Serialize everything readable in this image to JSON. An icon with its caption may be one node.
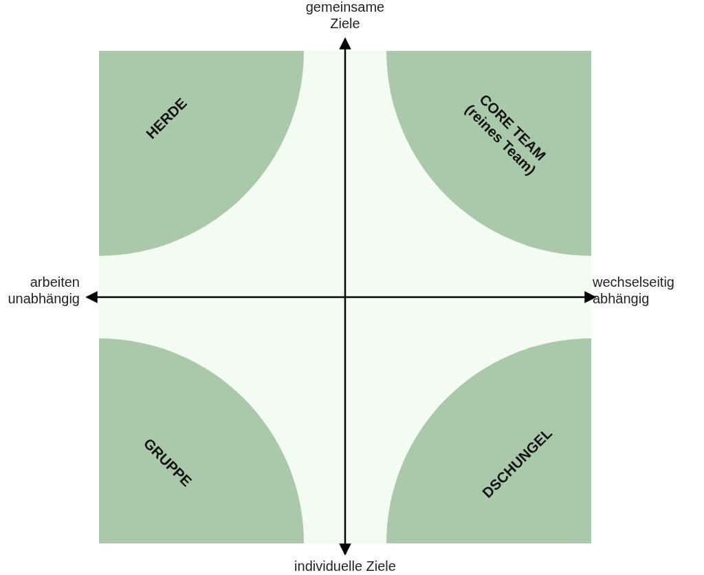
{
  "diagram": {
    "nodes": [
      {
        "text": [
          "HERDE"
        ]
      },
      {
        "text": [
          "CORE TEAM (reines Team)"
        ]
      },
      {
        "text": [
          "GRUPPE"
        ]
      },
      {
        "text": [
          "DSCHUNGEL"
        ]
      }
    ],
    "labels": [
      "gemeinsame Ziele",
      "arbeiten unabhängig",
      "wechselseitig abhängig",
      "individuelle Ziele"
    ]
  }
}
